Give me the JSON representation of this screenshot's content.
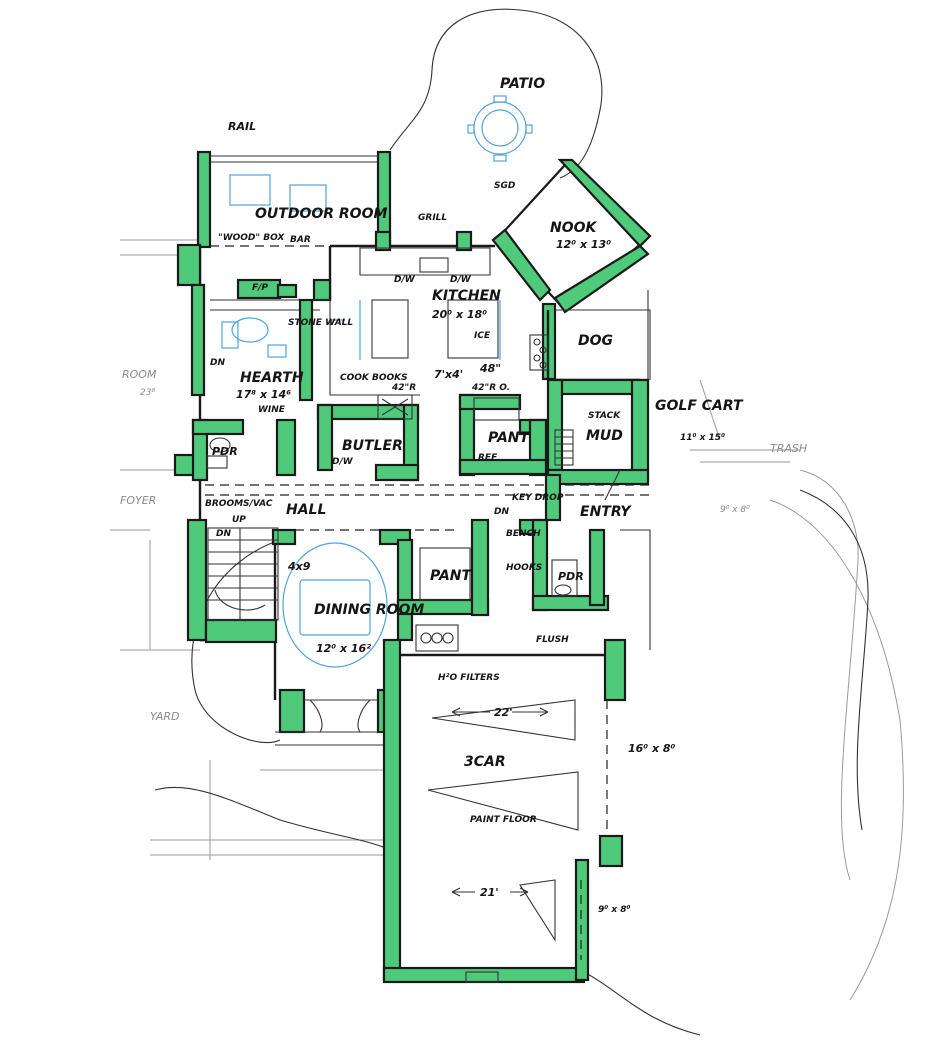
{
  "labels": {
    "patio": "PATIO",
    "rail": "RAIL",
    "sgd": "SGD",
    "nook": "NOOK",
    "nook_dims": "12⁰ x 13⁰",
    "outdoor_room": "OUTDOOR ROOM",
    "grill": "GRILL",
    "wood_box": "\"WOOD\" BOX",
    "bar": "BAR",
    "fp": "F/P",
    "dw1": "D/W",
    "dw2": "D/W",
    "kitchen": "KITCHEN",
    "kitchen_dims": "20⁰ x 18⁰",
    "ice": "ICE",
    "stone_wall": "STONE WALL",
    "dn1": "DN",
    "dog": "DOG",
    "cook_books": "COOK BOOKS",
    "island": "7'x4'",
    "dim_48": "48\"",
    "hearth": "HEARTH",
    "hearth_dims": "17⁸ x 14⁶",
    "wine": "WINE",
    "r42a": "42\"R",
    "r42b": "42\"R O.",
    "stack": "STACK",
    "golf_cart": "GOLF CART",
    "golf_dims": "11⁰ x 15⁰",
    "trash": "TRASH",
    "butler": "BUTLER",
    "dw3": "D/W",
    "pantry": "PANT",
    "mud": "MUD",
    "pdr1": "PDR",
    "ref": "REF",
    "brooms": "BROOMS/VAC",
    "up": "UP",
    "hall": "HALL",
    "key_drop": "KEY DROP",
    "dn2": "DN",
    "dn3": "DN",
    "entry": "ENTRY",
    "bench": "BENCH",
    "hooks": "HOOKS",
    "pantry2": "PANT",
    "pdr2": "PDR",
    "dim_4x9": "4x9",
    "dining": "DINING ROOM",
    "dining_dims": "12⁰ x 16²",
    "flush": "FLUSH",
    "filters": "H²O FILTERS",
    "dim_22": "22'",
    "car3": "3CAR",
    "paint_floor": "PAINT FLOOR",
    "dim_21": "21'",
    "door_16x8": "16⁰ x 8⁰",
    "door_9x8": "9⁰ x 8⁰",
    "dim_9x8_right": "9⁰ x 8⁰",
    "yard": "YARD",
    "foyer": "FOYER",
    "room_left": "ROOM",
    "dim_23": "23⁸"
  },
  "colors": {
    "wall_fill": "#4fc97a",
    "furniture": "#4da3e0",
    "ink": "#1a1a1a"
  }
}
